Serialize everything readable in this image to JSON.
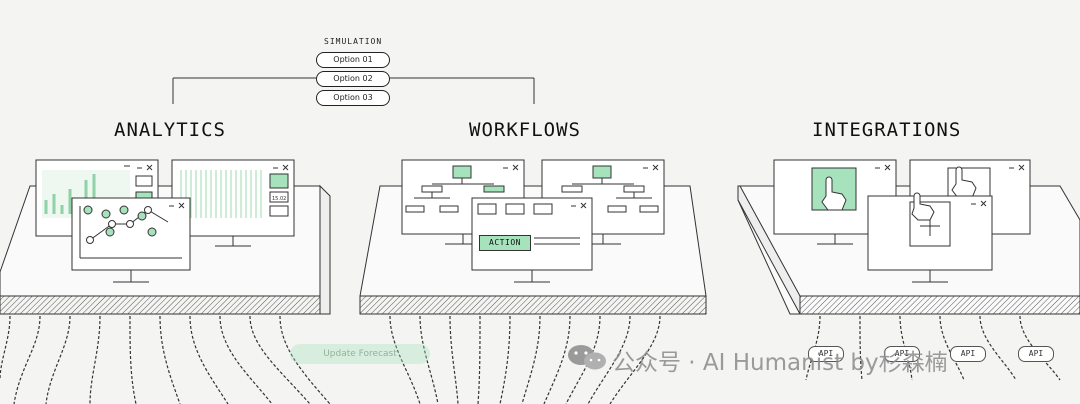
{
  "simulation": {
    "title": "SIMULATION",
    "options": [
      "Option 01",
      "Option 02",
      "Option 03"
    ]
  },
  "sections": {
    "analytics": "ANALYTICS",
    "workflows": "WORKFLOWS",
    "integrations": "INTEGRATIONS"
  },
  "workflows": {
    "action_label": "ACTION",
    "update_label": "Update Forecast"
  },
  "analytics": {
    "panel_value": "15.02"
  },
  "integrations": {
    "api_labels": [
      "API",
      "API",
      "API",
      "API"
    ]
  },
  "watermark": "公众号 · AI Humanist by杉森楠",
  "colors": {
    "accent_green": "#a6e3bd",
    "line": "#222222",
    "background": "#f4f4f3"
  }
}
